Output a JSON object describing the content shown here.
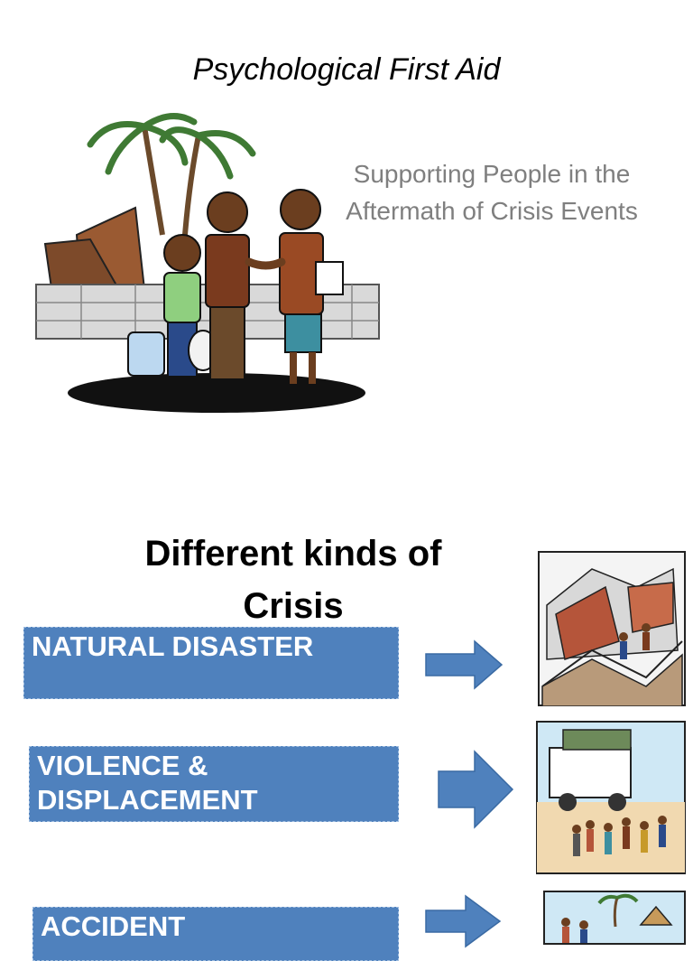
{
  "slide1": {
    "title": "Psychological First Aid",
    "subtitle": "Supporting People in the Aftermath of Crisis Events"
  },
  "slide2": {
    "heading": "Different kinds of Crisis",
    "items": [
      {
        "label": "NATURAL DISASTER"
      },
      {
        "label": "VIOLENCE & DISPLACEMENT"
      },
      {
        "label": "ACCIDENT"
      }
    ]
  },
  "colors": {
    "box_fill": "#4f81bd",
    "subtitle_gray": "#7f7f7f"
  },
  "icons": [
    "people-greeting-illustration",
    "right-arrow-icon",
    "earthquake-illustration",
    "displacement-illustration",
    "accident-illustration"
  ]
}
